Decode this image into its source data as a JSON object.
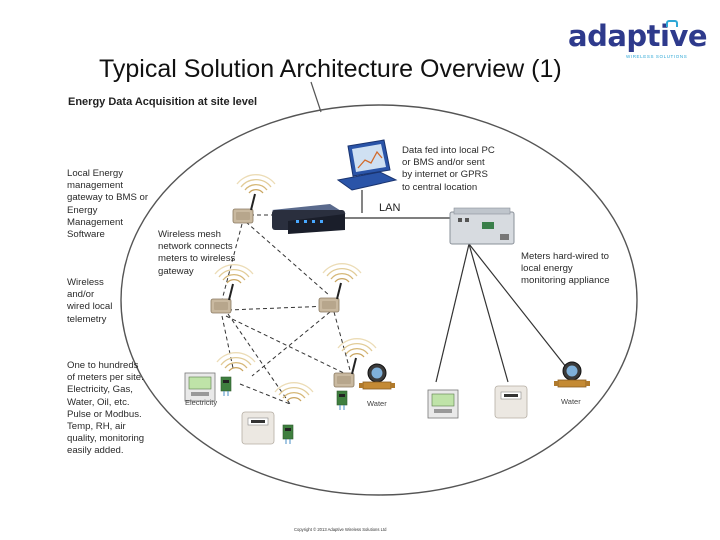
{
  "slide": {
    "title": "Typical Solution Architecture Overview (1)",
    "section_heading": "Energy Data Acquisition at site level",
    "copyright": "Copyright © 2013 Adaptive Wireless Solutions Ltd"
  },
  "logo": {
    "word": "adaptive",
    "tagline": "WIRELESS SOLUTIONS"
  },
  "left_labels": {
    "gateway": "Local Energy\nmanagement\ngateway to BMS or\nEnergy\nManagement\nSoftware",
    "telemetry": "Wireless\nand/or\nwired local\ntelemetry",
    "meters": "One to hundreds\nof meters per site.\nElectricity, Gas,\nWater, Oil, etc.\nPulse or Modbus.\nTemp, RH, air\nquality, monitoring\neasily added."
  },
  "diagram_labels": {
    "mesh": "Wireless mesh\nnetwork connects\nmeters to wireless\ngateway",
    "data_fed": "Data fed into local PC\nor BMS and/or sent\nby internet or GPRS\nto central location",
    "lan": "LAN",
    "hardwired": "Meters hard-wired to\nlocal energy\nmonitoring appliance",
    "electricity": "Electricity",
    "water_left": "Water",
    "water_right": "Water"
  },
  "colors": {
    "logo_blue": "#2e3a8c",
    "logo_accent": "#2fa8d6",
    "laptop_blue": "#2a54a8",
    "pcb_green": "#3f7f3f"
  }
}
